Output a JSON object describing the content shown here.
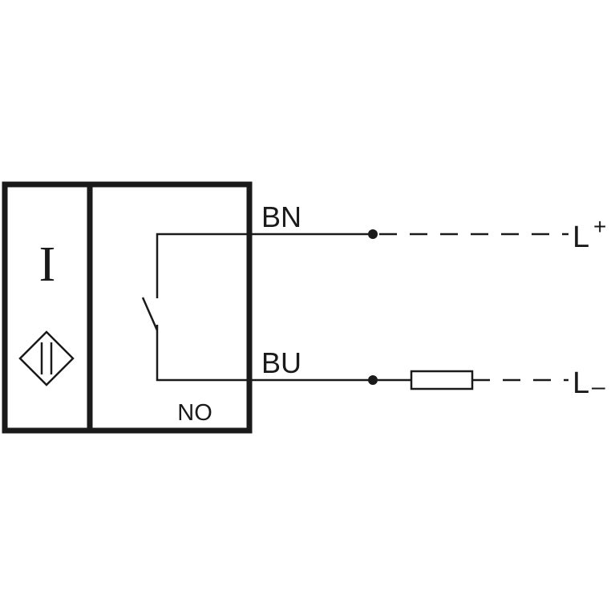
{
  "sensor": {
    "function_symbol": "I",
    "output_type": "NO"
  },
  "wires": {
    "brown": "BN",
    "blue": "BU"
  },
  "supply": {
    "positive": "L+",
    "positive_base": "L",
    "positive_sign": "+",
    "negative": "L–",
    "negative_base": "L",
    "negative_sign": "–"
  },
  "colors": {
    "line": "#1a1a1a",
    "background": "#ffffff"
  }
}
